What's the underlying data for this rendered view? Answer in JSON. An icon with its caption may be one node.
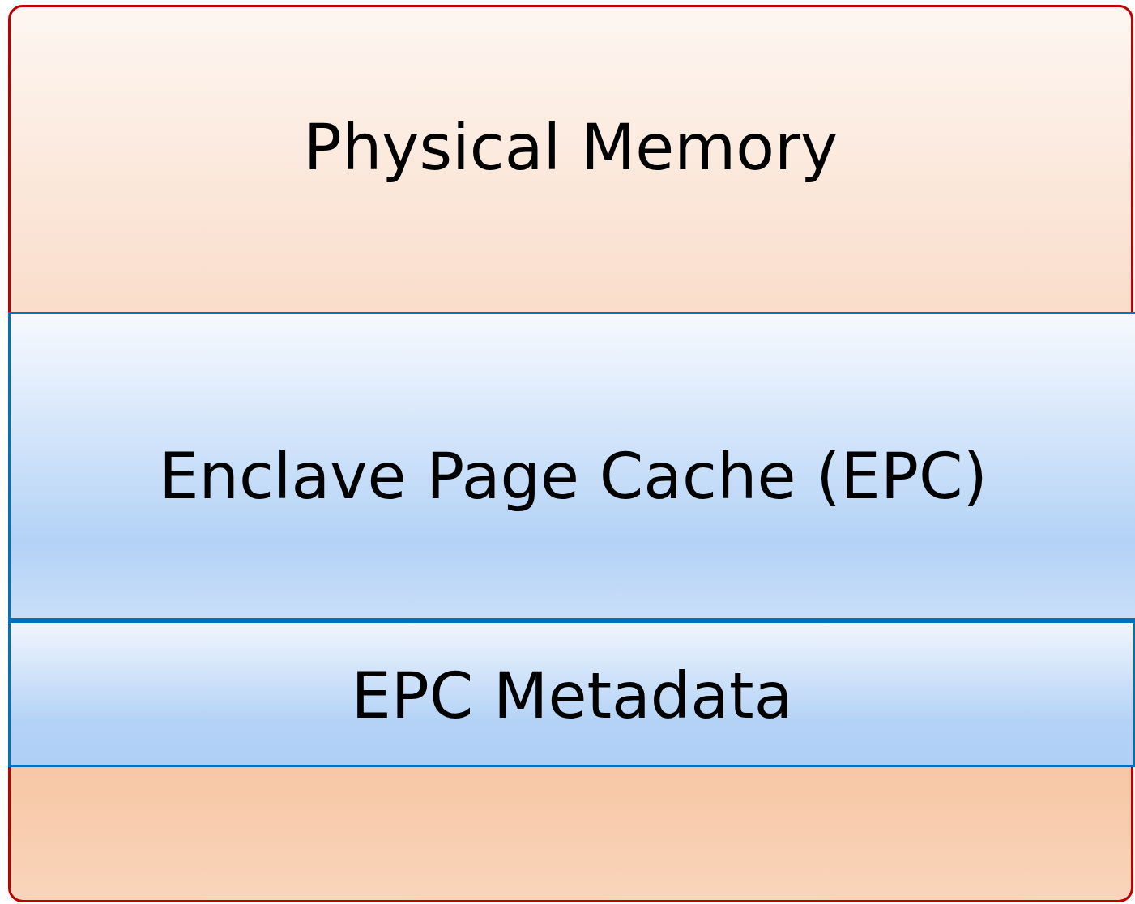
{
  "diagram": {
    "nodes": [
      {
        "text": [
          "Physical Memory"
        ]
      },
      {
        "text": [
          "Enclave Page Cache (EPC)"
        ],
        "in": 0
      },
      {
        "text": [
          "EPC Metadata"
        ],
        "in": 0
      }
    ]
  }
}
